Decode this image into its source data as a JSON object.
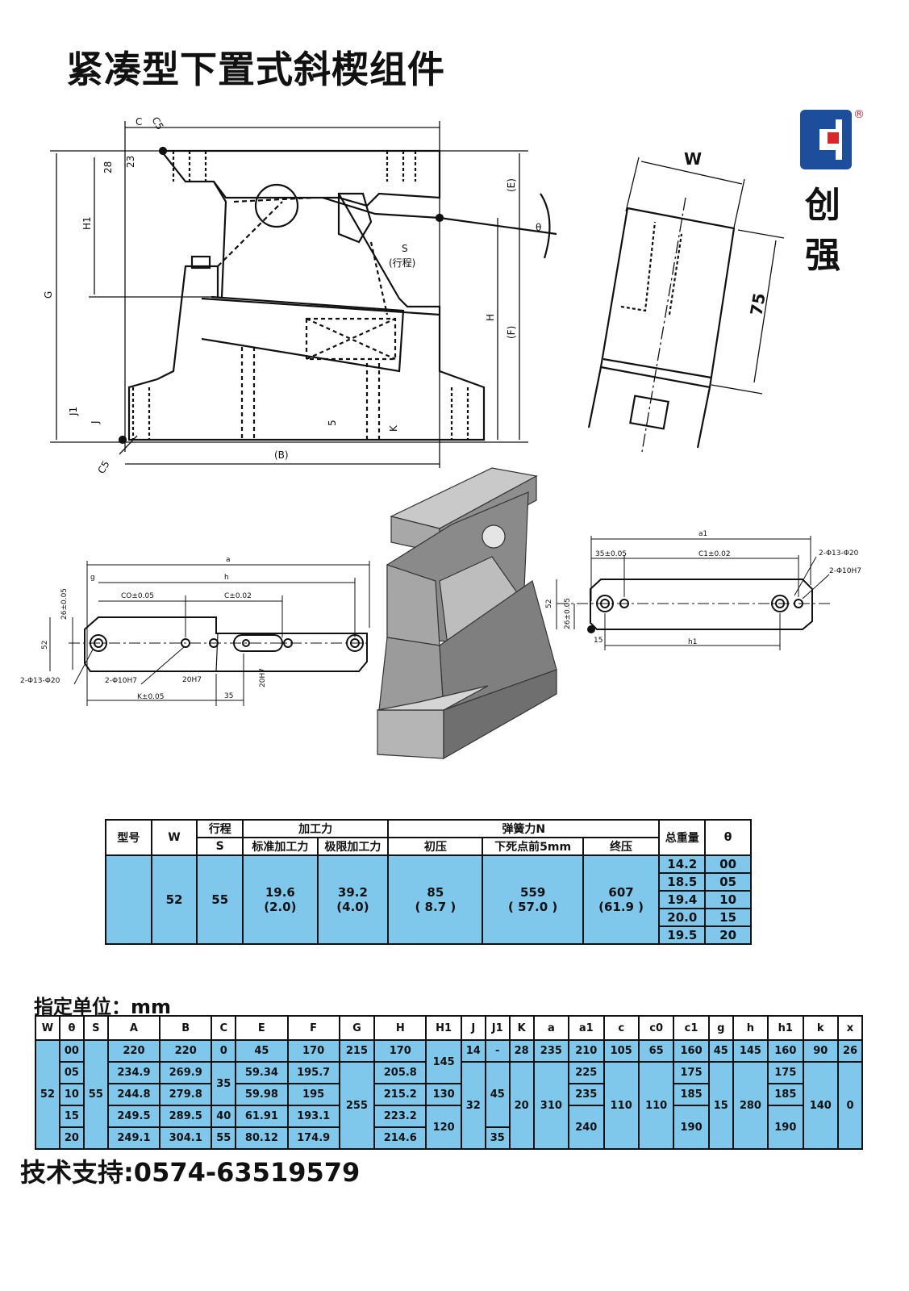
{
  "title": "紧凑型下置式斜楔组件",
  "brand": {
    "line1": "创",
    "line2": "强",
    "registered": "®"
  },
  "drawing_labels": {
    "c": "C",
    "c5": "C5",
    "c5b": "C5",
    "d28": "28",
    "d23": "23",
    "h1": "H1",
    "g": "G",
    "h": "H",
    "e": "(E)",
    "f": "(F)",
    "s": "S",
    "stroke": "(行程)",
    "theta": "θ",
    "b": "(B)",
    "j1": "J1",
    "j": "J",
    "k": "K",
    "d5": "5",
    "w": "W",
    "d75": "75"
  },
  "plate_left": {
    "a": "a",
    "g": "g",
    "h": "h",
    "c0": "CO±0.05",
    "c": "C±0.02",
    "d26": "26±0.05",
    "d52": "52",
    "holes1": "2-Φ13-Φ20",
    "holes2": "2-Φ10H7",
    "h20a": "20H7",
    "h20b": "20H7",
    "d35": "35",
    "k": "K±0.05"
  },
  "plate_right": {
    "a1": "a1",
    "d35": "35±0.05",
    "c1": "C1±0.02",
    "holes1": "2-Φ13-Φ20",
    "holes2": "2-Φ10H7",
    "d52": "52",
    "d26": "26±0.05",
    "d15": "15",
    "h1": "h1"
  },
  "table1": {
    "headers": {
      "model": "型号",
      "w": "W",
      "stroke": "行程",
      "s": "S",
      "force": "加工力",
      "std": "标准加工力",
      "max": "极限加工力",
      "spring": "弹簧力N",
      "initial": "初压",
      "bdc": "下死点前5mm",
      "final": "终压",
      "weight": "总重量",
      "theta": "θ"
    },
    "row": {
      "model": "",
      "w": "52",
      "s": "55",
      "std": "19.6",
      "std2": "(2.0)",
      "max": "39.2",
      "max2": "(4.0)",
      "initial": "85",
      "initial2": "( 8.7 )",
      "bdc": "559",
      "bdc2": "( 57.0 )",
      "final": "607",
      "final2": "(61.9 )"
    },
    "weights": [
      "14.2",
      "18.5",
      "19.4",
      "20.0",
      "19.5"
    ],
    "thetas": [
      "00",
      "05",
      "10",
      "15",
      "20"
    ]
  },
  "unit_label": "指定单位：mm",
  "table2": {
    "headers": [
      "W",
      "θ",
      "S",
      "A",
      "B",
      "C",
      "E",
      "F",
      "G",
      "H",
      "H1",
      "J",
      "J1",
      "K",
      "a",
      "a1",
      "c",
      "c0",
      "c1",
      "g",
      "h",
      "h1",
      "k",
      "x"
    ],
    "w": "52",
    "s": "55",
    "theta": [
      "00",
      "05",
      "10",
      "15",
      "20"
    ],
    "A": [
      "220",
      "234.9",
      "244.8",
      "249.5",
      "249.1"
    ],
    "B": [
      "220",
      "269.9",
      "279.8",
      "289.5",
      "304.1"
    ],
    "C": [
      "0",
      "35",
      "40",
      "55"
    ],
    "E": [
      "45",
      "59.34",
      "59.98",
      "61.91",
      "80.12"
    ],
    "F": [
      "170",
      "195.7",
      "195",
      "193.1",
      "174.9"
    ],
    "G": [
      "215",
      "255"
    ],
    "H": [
      "170",
      "205.8",
      "215.2",
      "223.2",
      "214.6"
    ],
    "H1": [
      "145",
      "130",
      "120"
    ],
    "J": [
      "14",
      "32"
    ],
    "J1": [
      "-",
      "45",
      "35"
    ],
    "K": [
      "28",
      "20"
    ],
    "a": [
      "235",
      "310"
    ],
    "a1": [
      "210",
      "225",
      "235",
      "240"
    ],
    "c": [
      "105",
      "110"
    ],
    "c0": [
      "65",
      "110"
    ],
    "c1": [
      "160",
      "175",
      "185",
      "190"
    ],
    "g": [
      "45",
      "15"
    ],
    "h": [
      "145",
      "280"
    ],
    "h1": [
      "160",
      "175",
      "185",
      "190"
    ],
    "k": [
      "90",
      "140"
    ],
    "x": [
      "26",
      "0"
    ]
  },
  "support": "技术支持:0574-63519579",
  "colors": {
    "table_fill": "#7fc8ec",
    "logo_blue": "#1d4e9c",
    "logo_red": "#d8262b"
  }
}
